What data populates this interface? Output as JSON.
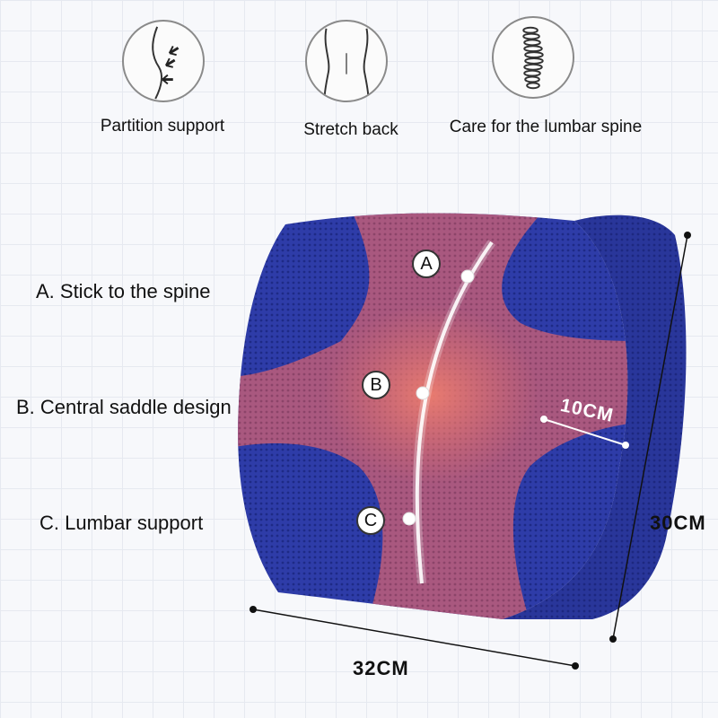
{
  "features": [
    {
      "icon": "partition-support-icon",
      "label": "Partition support"
    },
    {
      "icon": "stretch-back-icon",
      "label": "Stretch back"
    },
    {
      "icon": "lumbar-spine-icon",
      "label": "Care for the lumbar spine"
    }
  ],
  "points": [
    {
      "letter": "A",
      "label": "A. Stick to the spine"
    },
    {
      "letter": "B",
      "label": "B. Central saddle design"
    },
    {
      "letter": "C",
      "label": "C. Lumbar support"
    }
  ],
  "dimensions": {
    "depth": "10CM",
    "height": "30CM",
    "width": "32CM"
  },
  "colors": {
    "mesh_blue": "#2f3fae",
    "mesh_pink": "#a8587e",
    "center_glow": "#e8746c"
  }
}
